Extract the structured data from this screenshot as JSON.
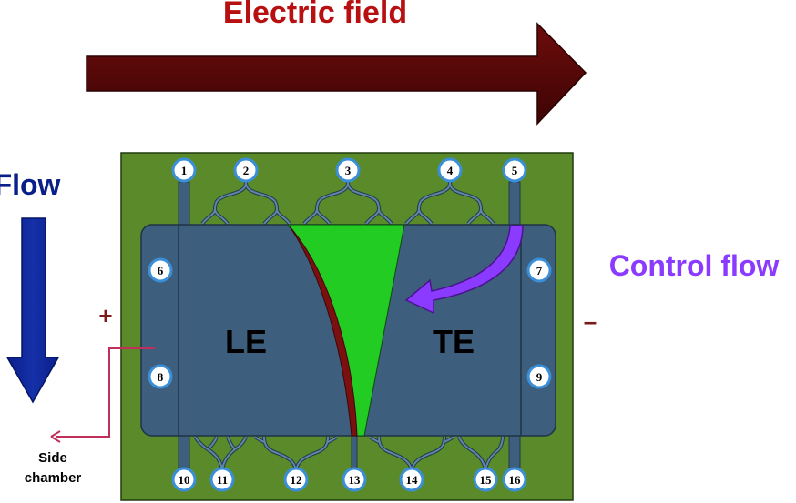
{
  "labels": {
    "electric_field": "Electric field",
    "flow": "Flow",
    "control_flow": "Control flow",
    "plus": "+",
    "minus": "–",
    "le": "LE",
    "te": "TE",
    "side_chamber_1": "Side",
    "side_chamber_2": "chamber"
  },
  "ports": {
    "p1": "1",
    "p2": "2",
    "p3": "3",
    "p4": "4",
    "p5": "5",
    "p6": "6",
    "p7": "7",
    "p8": "8",
    "p9": "9",
    "p10": "10",
    "p11": "11",
    "p12": "12",
    "p13": "13",
    "p14": "14",
    "p15": "15",
    "p16": "16"
  },
  "colors": {
    "chip_board": "#5a8a2a",
    "channel": "#3d5f7d",
    "le_te_boundary": "#7a1010",
    "focused_stream": "#22cc22",
    "electric_field_arrow": "#5a0808",
    "electric_field_text": "#b81010",
    "flow_arrow": "#0a1f8a",
    "control_flow": "#8a3bff",
    "side_chamber_line": "#c0305a"
  }
}
